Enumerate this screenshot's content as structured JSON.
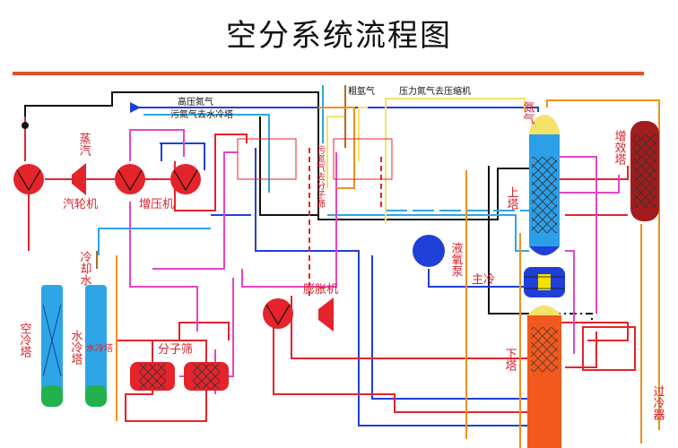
{
  "title": "空分系统流程图",
  "labels": {
    "steam": "蒸汽",
    "turbine": "汽轮机",
    "booster": "增压机",
    "cooling_water": "冷却水",
    "air_cooler_tower": "空冷塔",
    "water_cooler_tower": "水冷塔",
    "water_cooler_tower_small": "水冷塔",
    "mol_sieve": "分子筛",
    "expander": "膨胀机",
    "hp_nitrogen": "高压氮气",
    "waste_n2_to_water_cooler": "污氮气去水冷塔",
    "waste_n2_to_mol_sieve": "污氮气去分子筛",
    "crude_argon": "粗氩气",
    "pressure_n2_to_compressor": "压力氮气去压缩机",
    "liquid_oxygen_pump": "液氧泵",
    "upper_tower": "上塔",
    "lower_tower": "下塔",
    "main_cooler": "主冷",
    "nitrogen": "氮气",
    "booster_tower": "增效塔",
    "subcooler": "过冷器"
  },
  "colors": {
    "red": "#e4232b",
    "blue": "#1f3fd8",
    "light_blue": "#2ea5e6",
    "pink": "#e545c8",
    "black": "#111111",
    "yellow": "#f4e36a",
    "orange": "#f1901e",
    "green": "#22b14c",
    "dark_red": "#a31c1c",
    "tower_blue": "#2b9fe8"
  }
}
